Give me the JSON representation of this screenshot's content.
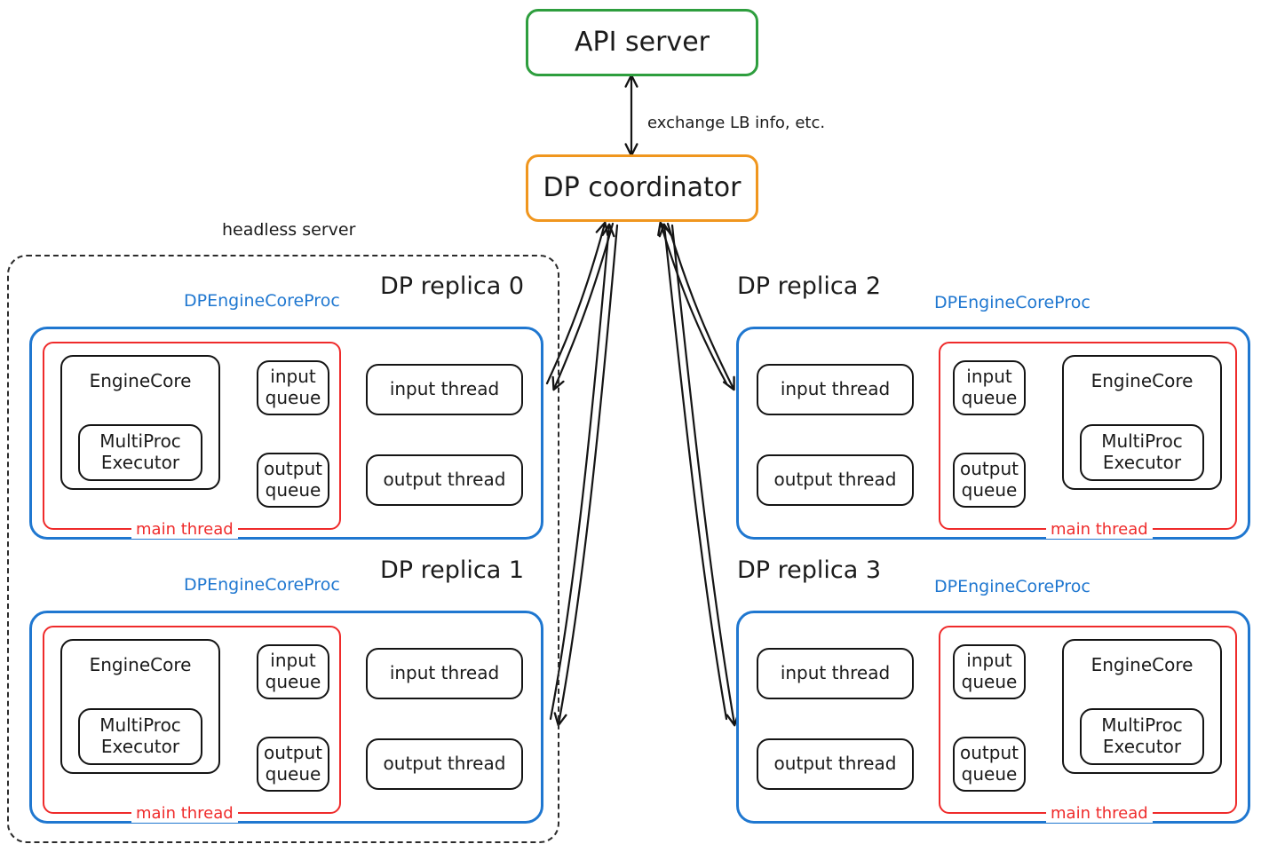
{
  "diagram": {
    "title_nodes": {
      "api_server": "API server",
      "dp_coordinator": "DP coordinator"
    },
    "edge_labels": {
      "coordinator_api": "exchange LB info, etc."
    },
    "boundary": {
      "headless_server": "headless server"
    },
    "colors": {
      "green": "#2e9e3e",
      "orange": "#f0961e",
      "blue": "#1f77d0",
      "red": "#ef2b2b",
      "black": "#141414",
      "background": "#ffffff"
    },
    "tags": {
      "proc": "DPEngineCoreProc",
      "main_thread": "main thread"
    },
    "inner_nodes": {
      "engine_core": "EngineCore",
      "multiproc_executor": "MultiProc\nExecutor",
      "input_queue": "input\nqueue",
      "output_queue": "output\nqueue",
      "input_thread": "input thread",
      "output_thread": "output thread"
    },
    "replicas": [
      {
        "id": 0,
        "title": "DP replica 0",
        "orientation": "engine-left",
        "in_headless_server": true
      },
      {
        "id": 1,
        "title": "DP replica 1",
        "orientation": "engine-left",
        "in_headless_server": true
      },
      {
        "id": 2,
        "title": "DP replica 2",
        "orientation": "engine-right",
        "in_headless_server": false
      },
      {
        "id": 3,
        "title": "DP replica 3",
        "orientation": "engine-right",
        "in_headless_server": false
      }
    ]
  }
}
